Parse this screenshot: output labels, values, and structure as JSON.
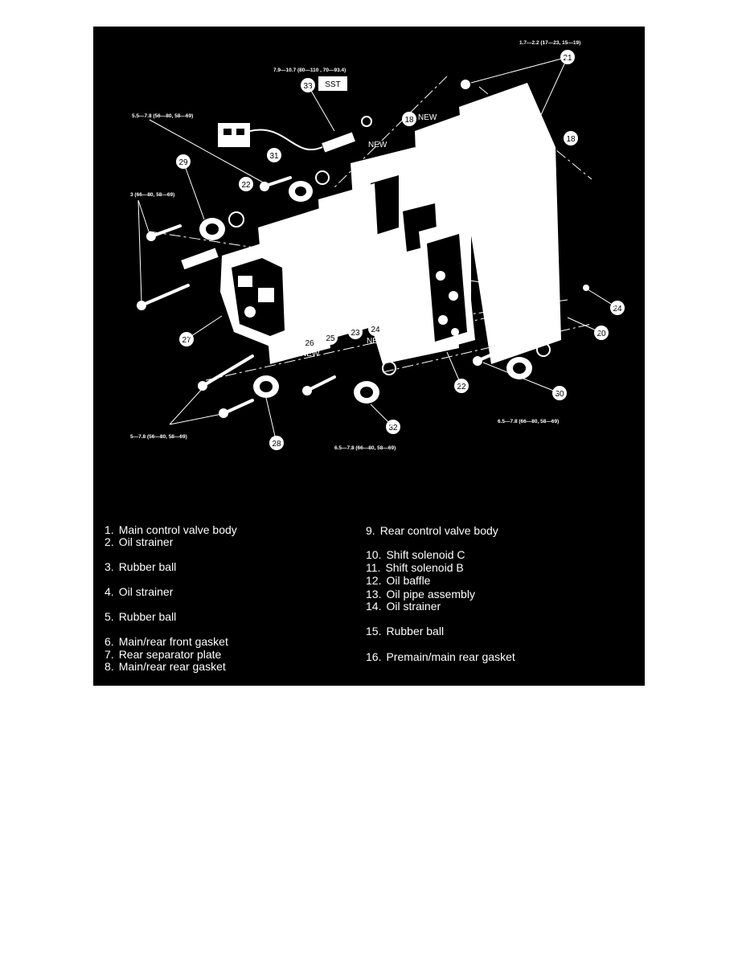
{
  "diagram": {
    "torques": {
      "top_right": "1.7—2.2 (17—23, 15—19)",
      "solenoid_top": "7.9—10.7 (80—110 , 70—93.4)",
      "upper_left": "5.5—7.8 (56—80, 58—69)",
      "left_mid": "3 (66—80, 58—69)",
      "bottom_left": "5—7.8 (56—80, 58—69)",
      "bottom_center": "6.5—7.8 (66—80, 58—69)",
      "bottom_right": "6.5—7.8 (66—80, 58—69)"
    },
    "tool_box": "SST",
    "new_labels": [
      "NEW",
      "NEW",
      "NEW",
      "NEW"
    ],
    "callouts": [
      "33",
      "21",
      "18",
      "18",
      "31",
      "29",
      "22",
      "24",
      "20",
      "27",
      "26",
      "25",
      "23",
      "24",
      "22",
      "30",
      "32",
      "28"
    ]
  },
  "legend": {
    "left": [
      {
        "num": "1.",
        "label": "Main control valve body"
      },
      {
        "num": "2.",
        "label": "Oil strainer"
      },
      {
        "num": "3.",
        "label": "Rubber ball"
      },
      {
        "num": "4.",
        "label": "Oil strainer"
      },
      {
        "num": "5.",
        "label": "Rubber ball"
      },
      {
        "num": "6.",
        "label": "Main/rear front gasket"
      },
      {
        "num": "7.",
        "label": "Rear separator plate"
      },
      {
        "num": "8.",
        "label": "Main/rear rear gasket"
      }
    ],
    "right": [
      {
        "num": "9.",
        "label": "Rear control valve body"
      },
      {
        "num": "10.",
        "label": "Shift solenoid C"
      },
      {
        "num": "11.",
        "label": "Shift solenoid B"
      },
      {
        "num": "12.",
        "label": "Oil baffle"
      },
      {
        "num": "13.",
        "label": "Oil pipe assembly"
      },
      {
        "num": "14.",
        "label": "Oil strainer"
      },
      {
        "num": "15.",
        "label": "Rubber ball"
      },
      {
        "num": "16.",
        "label": "Premain/main rear gasket"
      }
    ]
  }
}
